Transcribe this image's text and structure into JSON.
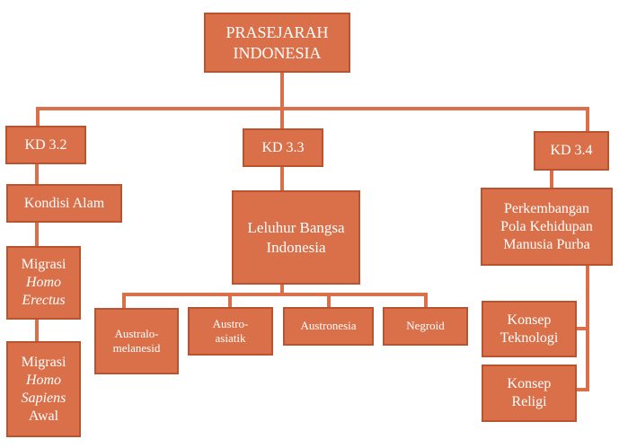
{
  "root": {
    "line1": "PRASEJARAH",
    "line2": "INDONESIA"
  },
  "kd": [
    "KD 3.2",
    "KD 3.3",
    "KD 3.4"
  ],
  "left": {
    "kondisi": "Kondisi Alam",
    "migrasi_erectus": [
      "Migrasi",
      "Homo",
      "Erectus"
    ],
    "migrasi_sapiens": [
      "Migrasi",
      "Homo",
      "Sapiens",
      "Awal"
    ]
  },
  "middle": {
    "leluhur": [
      "Leluhur Bangsa",
      "Indonesia"
    ],
    "children": [
      [
        "Australo-",
        "melanesid"
      ],
      [
        "Austro-",
        "asiatik"
      ],
      [
        "Austronesia"
      ],
      [
        "Negroid"
      ]
    ]
  },
  "right": {
    "perkembangan": [
      "Perkembangan",
      "Pola Kehidupan",
      "Manusia Purba"
    ],
    "teknologi": [
      "Konsep",
      "Teknologi"
    ],
    "religi": [
      "Konsep",
      "Religi"
    ]
  },
  "colors": {
    "box_fill": "#d9704a",
    "box_border": "#b8542f",
    "text": "#ffffff"
  }
}
